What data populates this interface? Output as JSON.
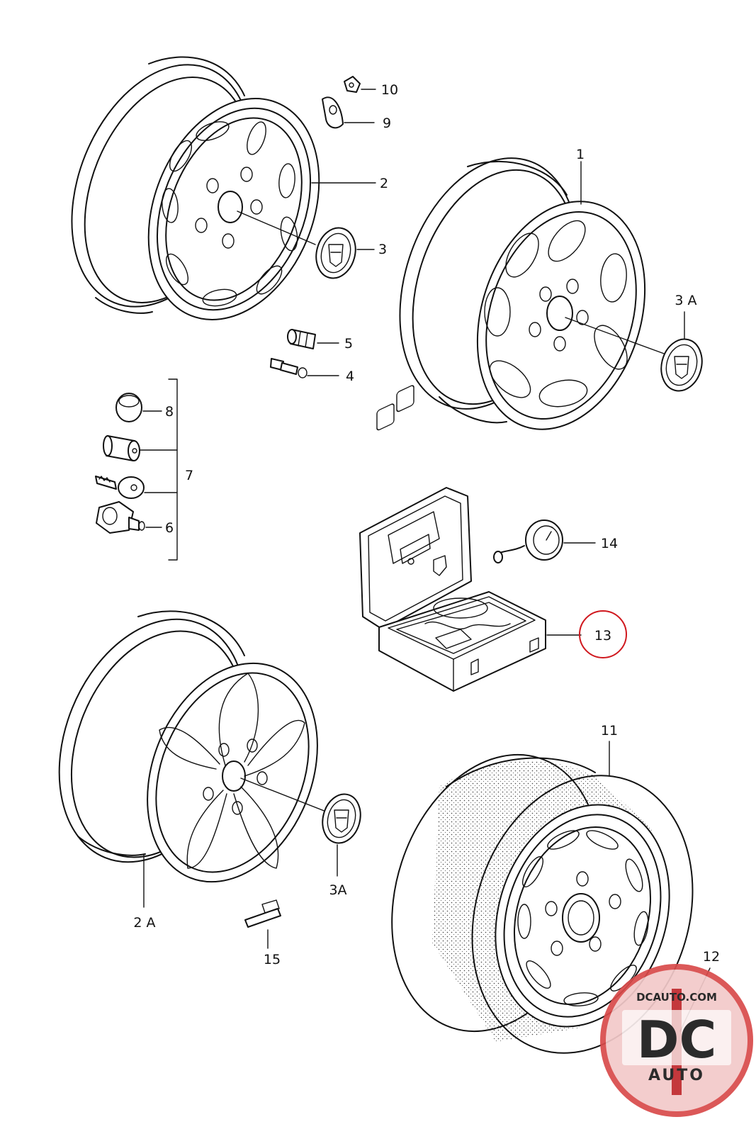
{
  "callouts": {
    "c1": "1",
    "c2": "2",
    "c2a": "2 A",
    "c3": "3",
    "c3a_top": "3 A",
    "c3a_bottom": "3A",
    "c4": "4",
    "c5": "5",
    "c6": "6",
    "c7": "7",
    "c8": "8",
    "c9": "9",
    "c10": "10",
    "c11": "11",
    "c12": "12",
    "c13": "13",
    "c14": "14",
    "c15": "15"
  },
  "highlight": {
    "callout": "13",
    "color": "#d0191f"
  },
  "logo": {
    "url_text": "DCAUTO.COM",
    "main_text": "DC",
    "sub_text": "AUTO",
    "colors": {
      "ring": "#d94a4a",
      "inner": "#f2c9c9",
      "text": "#1a1a1a",
      "stripe": "#c0282c"
    }
  },
  "icons": [
    "wheel-rim-icon",
    "hub-cap-icon",
    "valve-icon",
    "lock-bolt-icon",
    "key-icon",
    "compressor-kit-icon",
    "pressure-gauge-icon",
    "tire-icon",
    "balance-weight-icon"
  ]
}
